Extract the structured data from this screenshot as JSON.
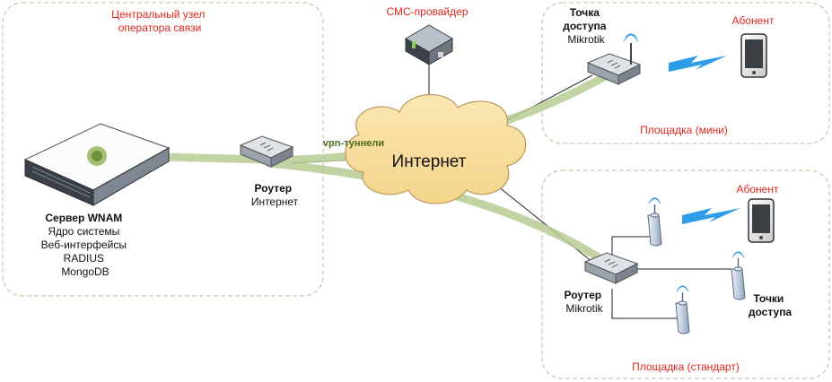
{
  "zones": {
    "central": "Центральный узел\nоператора связи",
    "mini": "Площадка (мини)",
    "standard": "Площадка (стандарт)"
  },
  "sms_provider": "СМС-провайдер",
  "internet": "Интернет",
  "vpn_label": "vpn-туннели",
  "server": {
    "title": "Сервер WNAM",
    "lines": [
      "Ядро системы",
      "Веб-интерфейсы",
      "RADIUS",
      "MongoDB"
    ]
  },
  "router_central": {
    "title": "Роутер",
    "subtitle": "Интернет"
  },
  "access_point_mini": {
    "title": "Точка\nдоступа",
    "subtitle": "Mikrotik"
  },
  "subscriber_mini": "Абонент",
  "router_standard": {
    "title": "Роутер",
    "subtitle": "Mikrotik"
  },
  "subscriber_standard": "Абонент",
  "access_points_standard": "Точки\nдоступа",
  "colors": {
    "zone_border": "#c9ccb0",
    "tunnel": "#b8cc94",
    "cloud": "#f8dd9c",
    "red": "#e0261c",
    "lightning": "#2e9ce6"
  }
}
